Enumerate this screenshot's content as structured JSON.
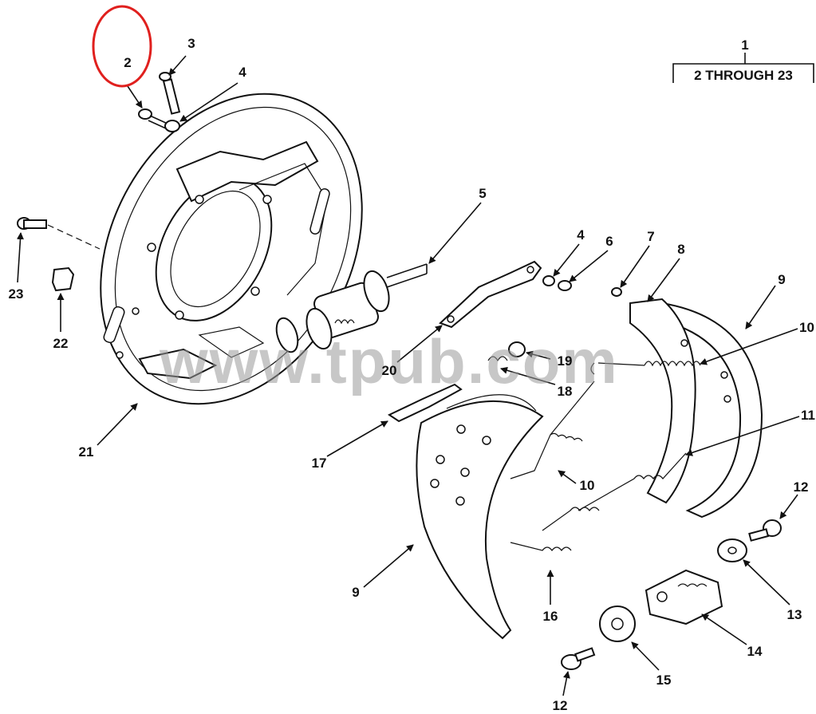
{
  "header": {
    "assembly_number": "1",
    "assembly_range": "2 THROUGH 23"
  },
  "watermark": "www.tpub.com",
  "highlight_color": "#e0201e",
  "callouts": [
    {
      "id": "c2",
      "text": "2"
    },
    {
      "id": "c3",
      "text": "3"
    },
    {
      "id": "c4a",
      "text": "4"
    },
    {
      "id": "c4b",
      "text": "4"
    },
    {
      "id": "c5",
      "text": "5"
    },
    {
      "id": "c6",
      "text": "6"
    },
    {
      "id": "c7",
      "text": "7"
    },
    {
      "id": "c8",
      "text": "8"
    },
    {
      "id": "c9a",
      "text": "9"
    },
    {
      "id": "c9b",
      "text": "9"
    },
    {
      "id": "c10a",
      "text": "10"
    },
    {
      "id": "c10b",
      "text": "10"
    },
    {
      "id": "c11",
      "text": "11"
    },
    {
      "id": "c12a",
      "text": "12"
    },
    {
      "id": "c12b",
      "text": "12"
    },
    {
      "id": "c13",
      "text": "13"
    },
    {
      "id": "c14",
      "text": "14"
    },
    {
      "id": "c15",
      "text": "15"
    },
    {
      "id": "c16",
      "text": "16"
    },
    {
      "id": "c17",
      "text": "17"
    },
    {
      "id": "c18",
      "text": "18"
    },
    {
      "id": "c19",
      "text": "19"
    },
    {
      "id": "c20",
      "text": "20"
    },
    {
      "id": "c21",
      "text": "21"
    },
    {
      "id": "c22",
      "text": "22"
    },
    {
      "id": "c23",
      "text": "23"
    }
  ]
}
